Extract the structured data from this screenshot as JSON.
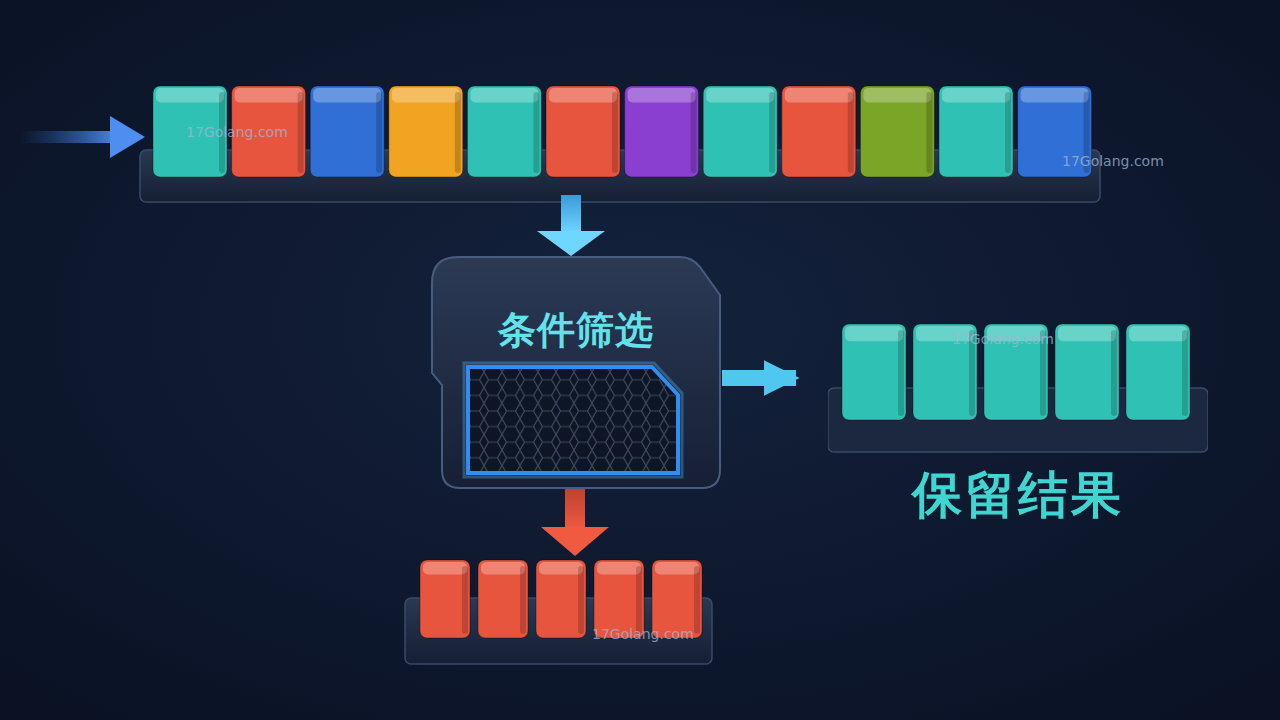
{
  "diagram": {
    "nodes": [
      {
        "text": [
          "条件筛选"
        ]
      },
      {
        "text": [
          "保留结果"
        ]
      }
    ],
    "edges": [
      {
        "from": 0,
        "to": 1,
        "arrow": "to"
      }
    ],
    "labels": [
      "17Golang.com",
      "17Golang.com",
      "17Golang.com",
      "17Golang.com"
    ]
  }
}
